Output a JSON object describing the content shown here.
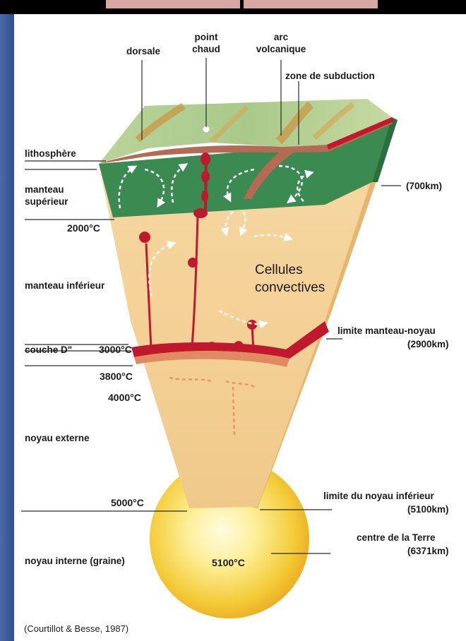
{
  "labels": {
    "dorsale": "dorsale",
    "point_chaud": "point\nchaud",
    "arc_volcanique": "arc\nvolcanique",
    "zone_subduction": "zone de subduction",
    "lithosphere": "lithosphère",
    "manteau_superieur": "manteau\nsupérieur",
    "depth_700": "(700km)",
    "temp_2000": "2000°C",
    "manteau_inferieur": "manteau inférieur",
    "cellules_convectives": "Cellules\nconvectives",
    "limite_manteau_noyau": "limite manteau-noyau",
    "depth_2900": "(2900km)",
    "couche_d": "couche D\"",
    "temp_3000": "3000°C",
    "temp_3800": "3800°C",
    "temp_4000": "4000°C",
    "noyau_externe": "noyau externe",
    "temp_5000": "5000°C",
    "limite_noyau_inferieur": "limite du noyau inférieur",
    "depth_5100": "(5100km)",
    "centre_terre": "centre de la Terre",
    "depth_6371": "(6371km)",
    "noyau_interne": "noyau interne (graine)",
    "temp_5100": "5100°C",
    "credit": "(Courtillot & Besse, 1987)"
  },
  "colors": {
    "crust_top": "#8fbf7a",
    "upper_mantle": "#3a8a52",
    "lower_mantle": "#f4cf93",
    "core_boundary": "#c0182c",
    "plume": "#c0182c",
    "inner_core": "#f5d33a",
    "frame_left": "#3d5f9e"
  }
}
